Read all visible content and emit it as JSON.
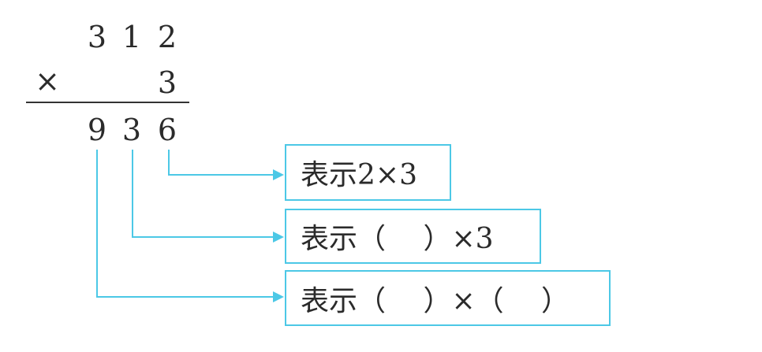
{
  "calculation": {
    "multiplicand_digits": [
      "3",
      "1",
      "2"
    ],
    "operator": "×",
    "multiplier": "3",
    "product_digits": [
      "9",
      "3",
      "6"
    ]
  },
  "annotations": [
    {
      "text": "表示2×3"
    },
    {
      "text": "表示（　 ）×3"
    },
    {
      "text": "表示（　 ）×（　 ）"
    }
  ],
  "colors": {
    "connector": "#4cc8e6",
    "text": "#2b2b2b",
    "rule": "#333333"
  }
}
